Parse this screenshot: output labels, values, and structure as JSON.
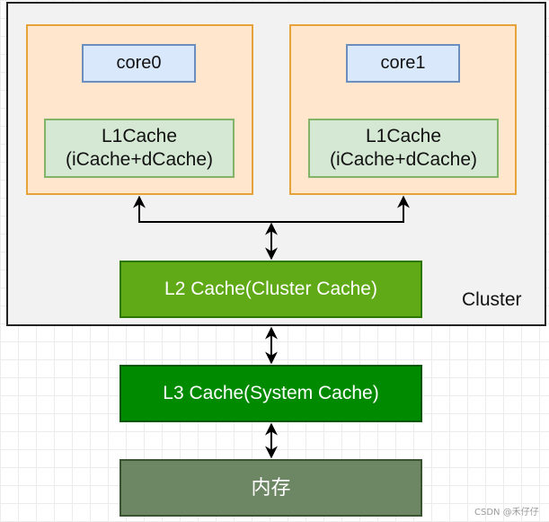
{
  "cluster": {
    "label": "Cluster"
  },
  "cores": [
    {
      "core": "core0",
      "l1_line1": "L1Cache",
      "l1_line2": "(iCache+dCache)"
    },
    {
      "core": "core1",
      "l1_line1": "L1Cache",
      "l1_line2": "(iCache+dCache)"
    }
  ],
  "l2": {
    "label": "L2 Cache(Cluster Cache)"
  },
  "l3": {
    "label": "L3 Cache(System Cache)"
  },
  "memory": {
    "label": "内存"
  },
  "watermark": "CSDN @禾仔仔",
  "colors": {
    "cluster_fill": "#f2f2f2",
    "core_group_fill": "#ffe6cc",
    "core_group_border": "#e5a33a",
    "core_fill": "#dae8fc",
    "core_border": "#6c8ebf",
    "l1_fill": "#d5e8d4",
    "l1_border": "#82b366",
    "l2_fill": "#60a917",
    "l3_fill": "#008a00",
    "memory_fill": "#6d8764"
  }
}
